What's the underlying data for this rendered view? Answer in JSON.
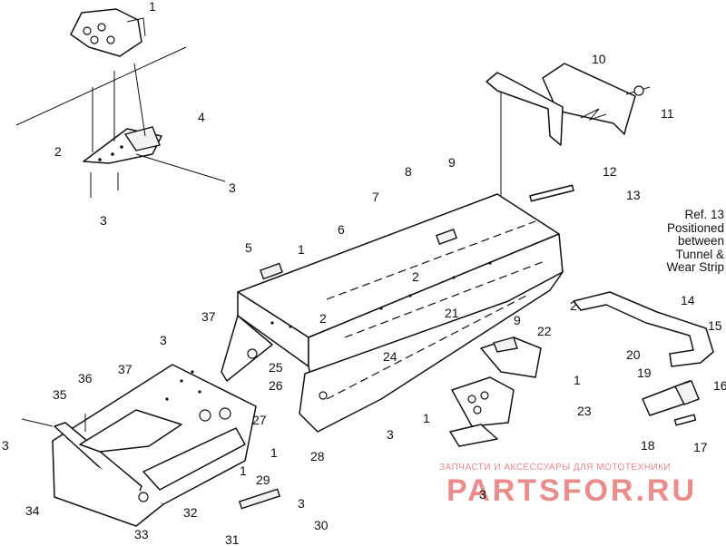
{
  "diagram": {
    "callouts": [
      {
        "id": "c1a",
        "text": "1"
      },
      {
        "id": "c2a",
        "text": "2"
      },
      {
        "id": "c3a",
        "text": "3"
      },
      {
        "id": "c3b",
        "text": "3"
      },
      {
        "id": "c4",
        "text": "4"
      },
      {
        "id": "c5",
        "text": "5"
      },
      {
        "id": "c1b",
        "text": "1"
      },
      {
        "id": "c6",
        "text": "6"
      },
      {
        "id": "c7",
        "text": "7"
      },
      {
        "id": "c8",
        "text": "8"
      },
      {
        "id": "c9a",
        "text": "9"
      },
      {
        "id": "c10",
        "text": "10"
      },
      {
        "id": "c11",
        "text": "11"
      },
      {
        "id": "c12",
        "text": "12"
      },
      {
        "id": "c13",
        "text": "13"
      },
      {
        "id": "c2b",
        "text": "2"
      },
      {
        "id": "c2c",
        "text": "2"
      },
      {
        "id": "c2d",
        "text": "2"
      },
      {
        "id": "c21",
        "text": "21"
      },
      {
        "id": "c9b",
        "text": "9"
      },
      {
        "id": "c14",
        "text": "14"
      },
      {
        "id": "c15",
        "text": "15"
      },
      {
        "id": "c22",
        "text": "22"
      },
      {
        "id": "c20",
        "text": "20"
      },
      {
        "id": "c19",
        "text": "19"
      },
      {
        "id": "c16",
        "text": "16"
      },
      {
        "id": "c1c",
        "text": "1"
      },
      {
        "id": "c23",
        "text": "23"
      },
      {
        "id": "c1d",
        "text": "1"
      },
      {
        "id": "c18",
        "text": "18"
      },
      {
        "id": "c17",
        "text": "17"
      },
      {
        "id": "c3c",
        "text": "3"
      },
      {
        "id": "c3d",
        "text": "3"
      },
      {
        "id": "c24",
        "text": "24"
      },
      {
        "id": "c25",
        "text": "25"
      },
      {
        "id": "c26",
        "text": "26"
      },
      {
        "id": "c28",
        "text": "28"
      },
      {
        "id": "c37a",
        "text": "37"
      },
      {
        "id": "c37b",
        "text": "37"
      },
      {
        "id": "c3e",
        "text": "3"
      },
      {
        "id": "c36",
        "text": "36"
      },
      {
        "id": "c35",
        "text": "35"
      },
      {
        "id": "c3f",
        "text": "3"
      },
      {
        "id": "c27",
        "text": "27"
      },
      {
        "id": "c1e",
        "text": "1"
      },
      {
        "id": "c1f",
        "text": "1"
      },
      {
        "id": "c29",
        "text": "29"
      },
      {
        "id": "c34",
        "text": "34"
      },
      {
        "id": "c32",
        "text": "32"
      },
      {
        "id": "c33",
        "text": "33"
      },
      {
        "id": "c30",
        "text": "30"
      },
      {
        "id": "c31",
        "text": "31"
      },
      {
        "id": "c3g",
        "text": "3"
      }
    ],
    "reference_note": "Ref. 13\nPositioned\nbetween\nTunnel &\nWear Strip",
    "watermark": {
      "tagline": "ЗАПЧАСТИ И АКСЕССУАРЫ ДЛЯ МОТОТЕХНИКИ",
      "logo": "PARTSFOR.RU",
      "color": "#e05050"
    }
  }
}
